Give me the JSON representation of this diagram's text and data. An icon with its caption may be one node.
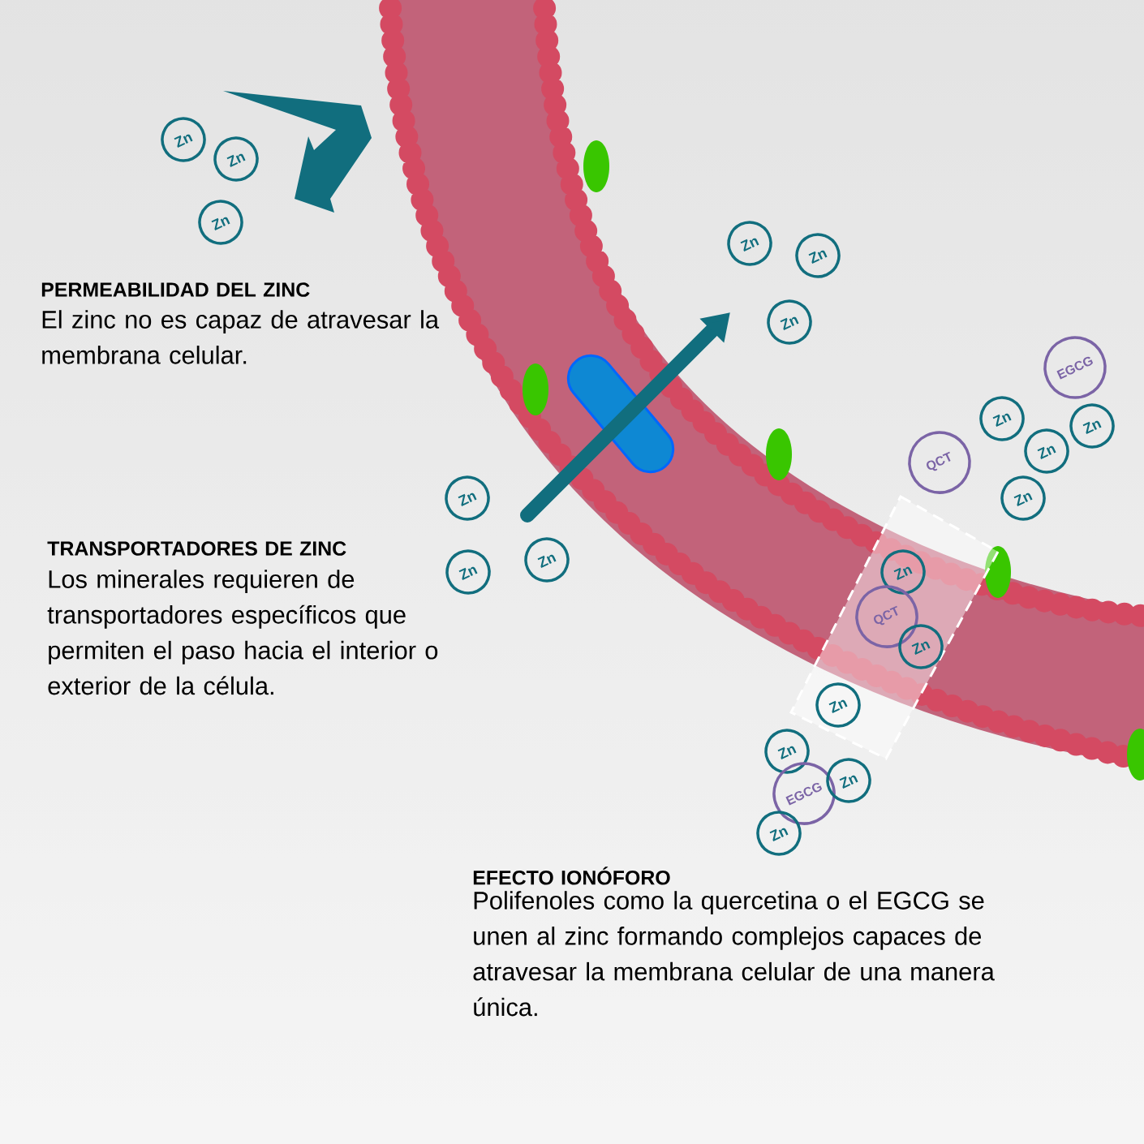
{
  "diagram": {
    "nodes": [
      {
        "text": [
          "Zn"
        ]
      },
      {
        "text": [
          "Zn"
        ]
      },
      {
        "text": [
          "Zn"
        ]
      },
      {
        "text": [
          "Zn"
        ]
      },
      {
        "text": [
          "Zn"
        ]
      },
      {
        "text": [
          "Zn"
        ]
      },
      {
        "text": [
          "EGCG"
        ]
      },
      {
        "text": [
          "Zn"
        ]
      },
      {
        "text": [
          "Zn"
        ]
      },
      {
        "text": [
          "Zn"
        ]
      },
      {
        "text": [
          "QCT"
        ]
      },
      {
        "text": [
          "Zn"
        ]
      },
      {
        "text": [
          "Zn"
        ]
      },
      {
        "text": [
          "Zn"
        ]
      },
      {
        "text": [
          "Zn"
        ]
      },
      {
        "text": [
          "Zn"
        ]
      },
      {
        "text": [
          "QCT"
        ]
      },
      {
        "text": [
          "Zn"
        ]
      },
      {
        "text": [
          "Zn"
        ]
      },
      {
        "text": [
          "Zn"
        ]
      },
      {
        "text": [
          "EGCG"
        ]
      },
      {
        "text": [
          "Zn"
        ]
      },
      {
        "text": [
          "Zn"
        ]
      }
    ],
    "labels": [
      "PERMEABILIDAD DEL ZINC",
      "El zinc no es capaz de atravesar la membrana celular.",
      "TRANSPORTADORES DE ZINC",
      "Los minerales requieren de transportadores específicos que permiten el paso hacia el interior o exterior de la célula.",
      "EFECTO IONÓFORO",
      "Polifenoles como la quercetina o el EGCG se unen al zinc formando complejos capaces de atravesar la membrana celular de una manera única."
    ]
  }
}
